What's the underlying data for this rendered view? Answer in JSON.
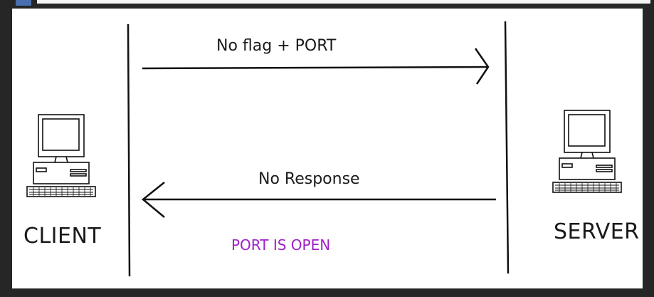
{
  "messages": {
    "request": "No flag + PORT",
    "response": "No Response"
  },
  "nodes": {
    "client": "CLIENT",
    "server": "SERVER"
  },
  "status": {
    "text": "PORT IS OPEN",
    "color": "#a020c8"
  },
  "icons": {
    "client": "computer-icon",
    "server": "computer-icon"
  }
}
